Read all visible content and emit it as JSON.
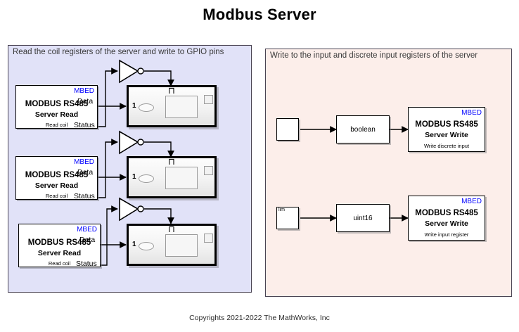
{
  "title": "Modbus Server",
  "copyright": "Copyrights 2021-2022 The MathWorks, Inc",
  "colors": {
    "left_panel_fill": "#e1e2f8",
    "right_panel_fill": "#fceeea",
    "panel_border": "#4a4453",
    "mbed_tag": "#0000ff",
    "wire": "#000000",
    "block_border": "#000000"
  },
  "left_panel": {
    "label": "Read the coil registers of the server and write to GPIO pins",
    "rows": [
      {
        "read_block": {
          "tag": "MBED",
          "title": "MODBUS RS485",
          "subtitle": "Server Read",
          "description": "Read coil",
          "ports": {
            "data": "Data",
            "status": "Status"
          }
        },
        "not_gate": {
          "name": "logical-not-gate"
        },
        "subsystem": {
          "trigger_glyph": "⊓",
          "port_number": "1"
        }
      },
      {
        "read_block": {
          "tag": "MBED",
          "title": "MODBUS RS485",
          "subtitle": "Server Read",
          "description": "Read coil",
          "ports": {
            "data": "Data",
            "status": "Status"
          }
        },
        "not_gate": {
          "name": "logical-not-gate"
        },
        "subsystem": {
          "trigger_glyph": "⊓",
          "port_number": "1"
        }
      },
      {
        "read_block": {
          "tag": "MBED",
          "title": "MODBUS RS485",
          "subtitle": "Server Read",
          "description": "Read coil",
          "ports": {
            "data": "Data",
            "status": "Status"
          }
        },
        "not_gate": {
          "name": "logical-not-gate"
        },
        "subsystem": {
          "trigger_glyph": "⊓",
          "port_number": "1"
        }
      }
    ]
  },
  "right_panel": {
    "label": "Write to the input and discrete input registers of the server",
    "rows": [
      {
        "source": {
          "icon": "pulse-generator-icon",
          "label": ""
        },
        "converter": {
          "label": "boolean"
        },
        "write_block": {
          "tag": "MBED",
          "title": "MODBUS RS485",
          "subtitle": "Server Write",
          "description": "Write discrete input"
        }
      },
      {
        "source": {
          "icon": "repeating-sequence-icon",
          "label": "lim"
        },
        "converter": {
          "label": "uint16"
        },
        "write_block": {
          "tag": "MBED",
          "title": "MODBUS RS485",
          "subtitle": "Server Write",
          "description": "Write input register"
        }
      }
    ]
  }
}
